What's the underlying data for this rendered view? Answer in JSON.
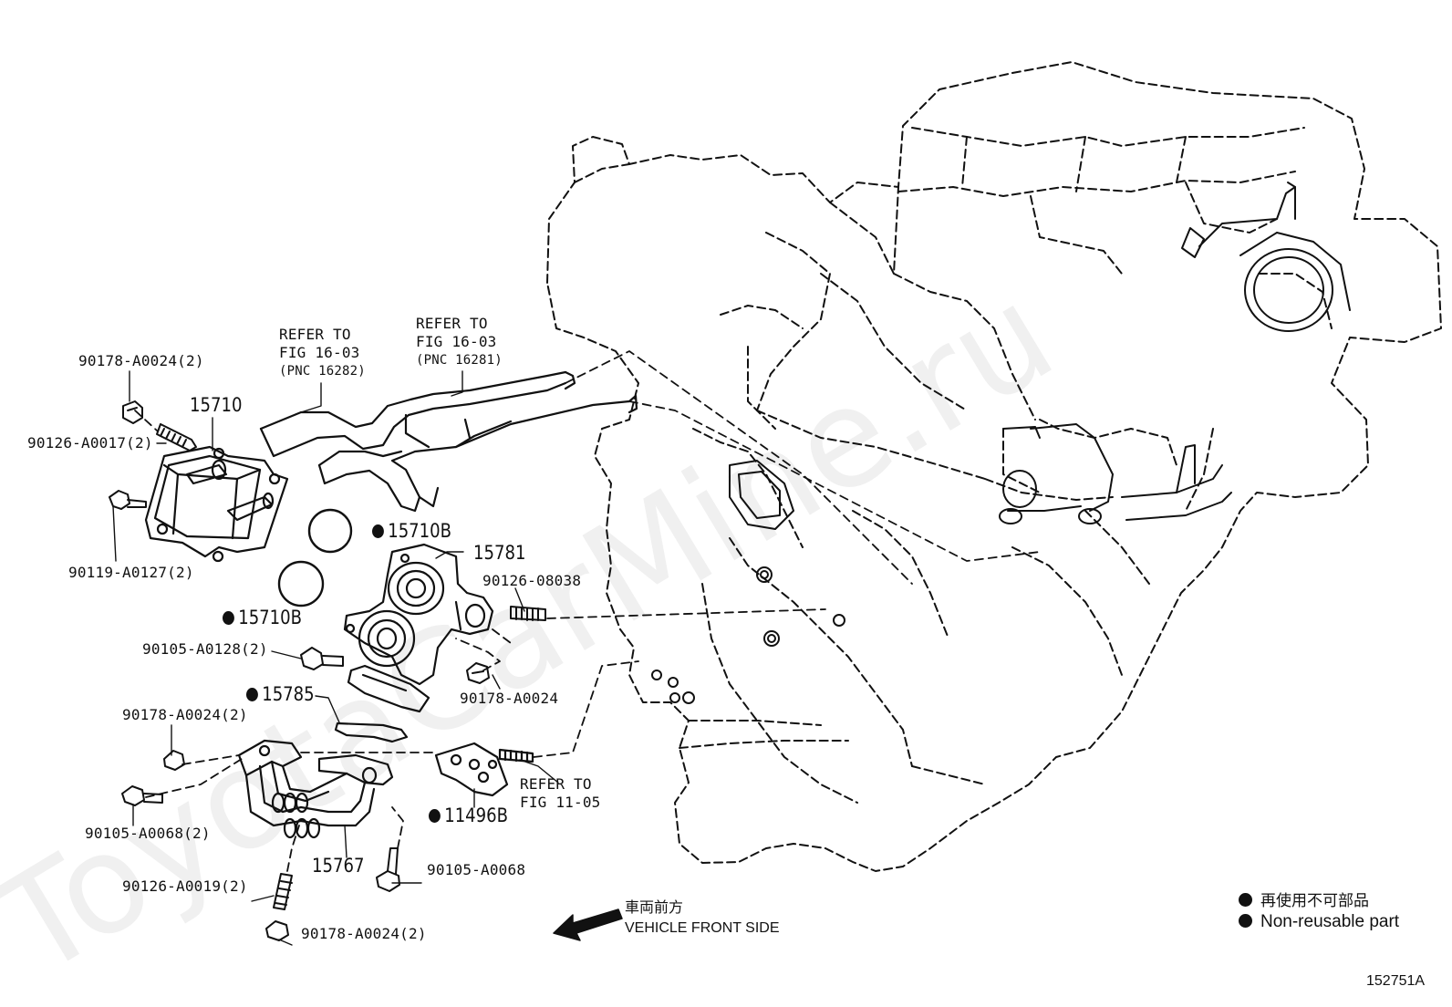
{
  "watermark": "ToyotaCarMine.ru",
  "figure_id": "152751A",
  "legend": {
    "jp": "再使用不可部品",
    "en": "Non-reusable part"
  },
  "front_side": {
    "jp": "車両前方",
    "en": "VEHICLE FRONT SIDE"
  },
  "refs": {
    "r1": {
      "line1": "REFER TO",
      "line2": "FIG 16-03",
      "line3": "(PNC 16282)"
    },
    "r2": {
      "line1": "REFER TO",
      "line2": "FIG 16-03",
      "line3": "(PNC 16281)"
    },
    "r3": {
      "line1": "REFER TO",
      "line2": "FIG 11-05"
    }
  },
  "parts": {
    "p_90178_a": "90178-A0024(2)",
    "p_15710": "15710",
    "p_90126_a0017": "90126-A0017(2)",
    "p_90119": "90119-A0127(2)",
    "p_15710b_1": "15710B",
    "p_15710b_2": "15710B",
    "p_15781": "15781",
    "p_90126_08038": "90126-08038",
    "p_90105_a0128": "90105-A0128(2)",
    "p_90178_single": "90178-A0024",
    "p_15785": "15785",
    "p_90178_b": "90178-A0024(2)",
    "p_90105_a0068_2": "90105-A0068(2)",
    "p_11496b": "11496B",
    "p_15767": "15767",
    "p_90105_a0068": "90105-A0068",
    "p_90126_a0019": "90126-A0019(2)",
    "p_90178_c": "90178-A0024(2)"
  }
}
